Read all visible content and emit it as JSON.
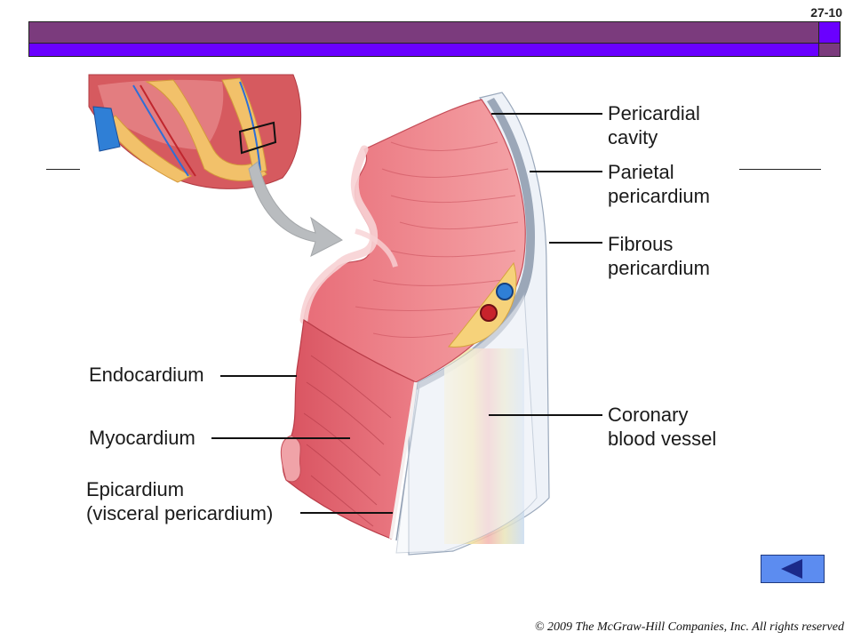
{
  "slide": {
    "number": "27-10"
  },
  "labels": {
    "pericardial_cavity": [
      "Pericardial",
      "cavity"
    ],
    "parietal_pericardium": [
      "Parietal",
      "pericardium"
    ],
    "fibrous_pericardium": [
      "Fibrous",
      "pericardium"
    ],
    "coronary_blood_vessel": [
      "Coronary",
      "blood vessel"
    ],
    "endocardium": [
      "Endocardium"
    ],
    "myocardium": [
      "Myocardium"
    ],
    "epicardium": [
      "Epicardium",
      "(visceral pericardium)"
    ]
  },
  "footer": {
    "copyright": "© 2009 The McGraw-Hill Companies, Inc. All rights reserved"
  },
  "icons": {
    "back_button": "triangle-left-icon"
  },
  "colors": {
    "header_purple": "#7b3b7d",
    "header_violet": "#6a00ff",
    "nav_blue": "#5c8cf0"
  }
}
